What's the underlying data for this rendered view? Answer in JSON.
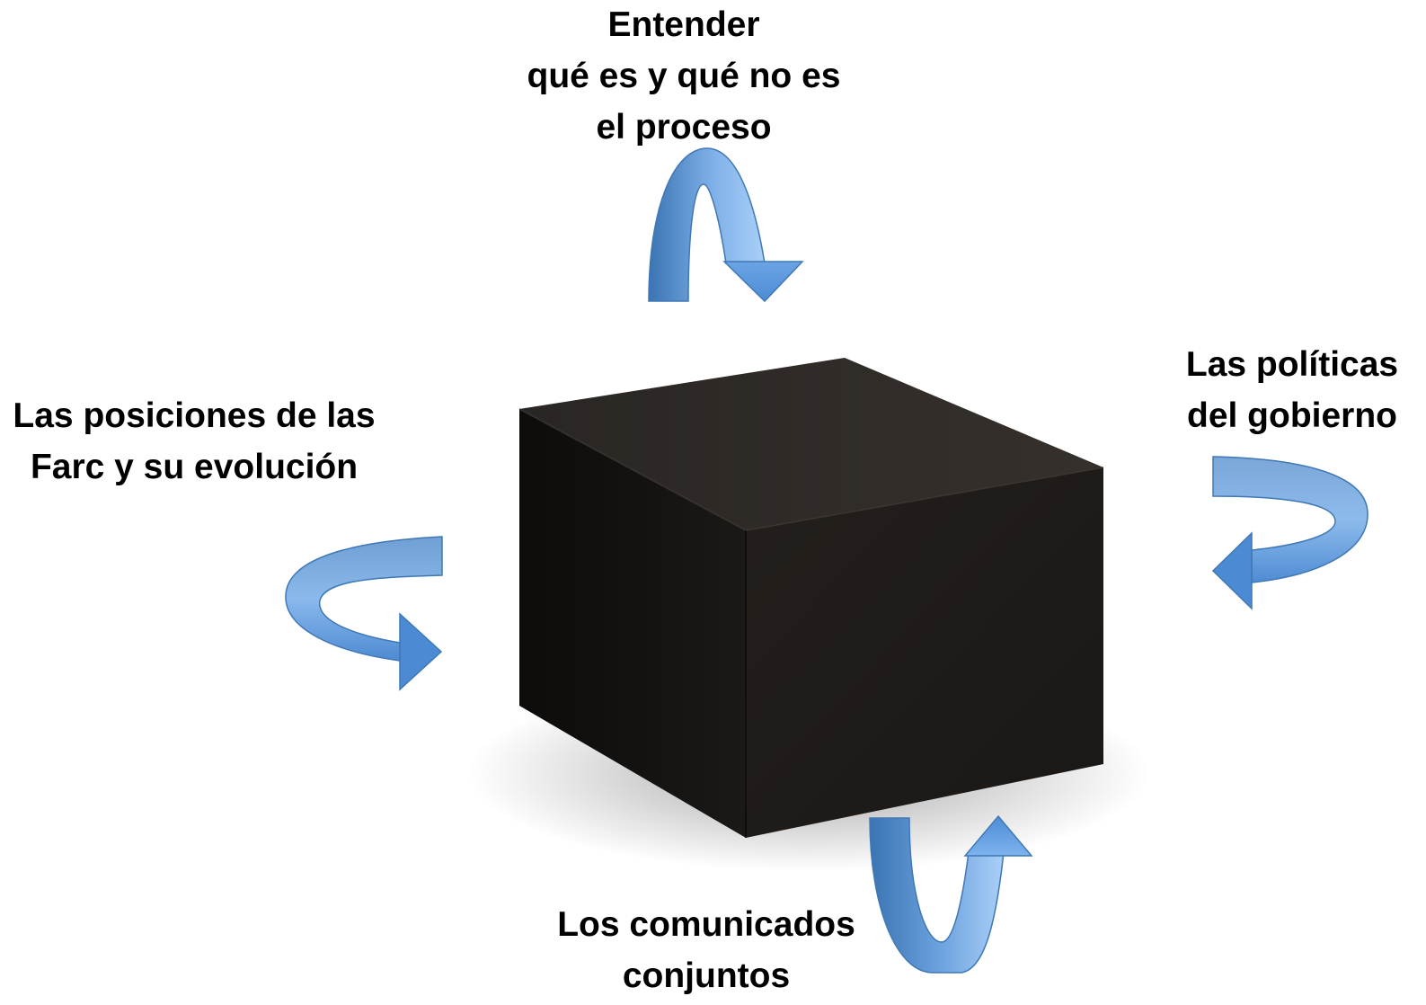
{
  "diagram": {
    "center": "black-box-cube",
    "colors": {
      "arrow_dark": "#3f78b5",
      "arrow_light": "#a8cdf7",
      "cube_front": "#1f1b18",
      "cube_top": "#2d2926",
      "cube_side": "#141210",
      "text": "#000000"
    },
    "labels": {
      "top": [
        "Entender",
        "qué es y qué no es",
        "el proceso"
      ],
      "left": [
        "Las posiciones de las",
        "Farc y su evolución"
      ],
      "right": [
        "Las políticas",
        "del gobierno"
      ],
      "bottom": [
        "Los comunicados",
        "conjuntos"
      ]
    }
  }
}
